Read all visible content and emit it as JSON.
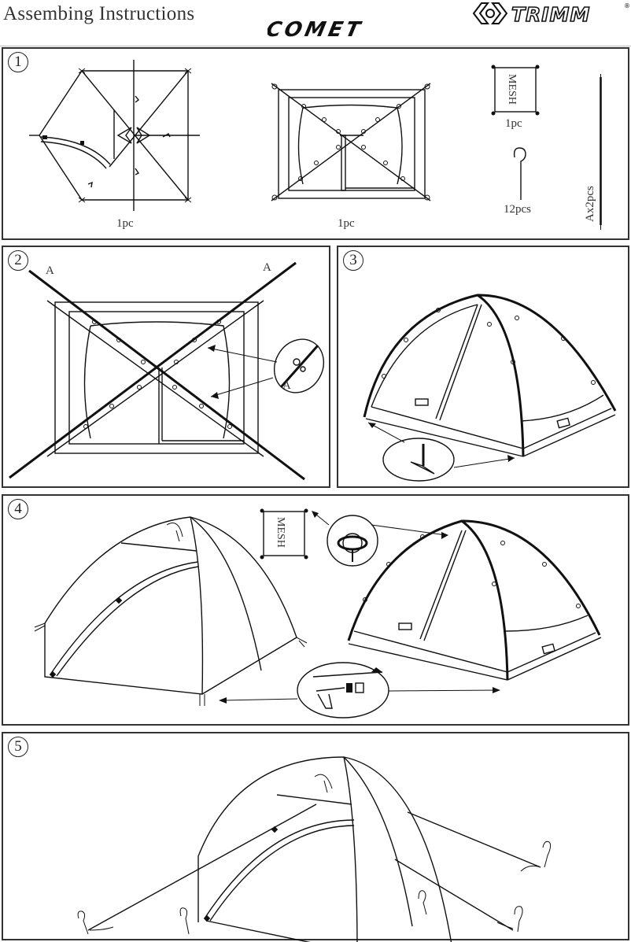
{
  "header": {
    "title": "Assembing Instructions",
    "product_name": "COMET",
    "brand_name": "TRIMM",
    "brand_mark": "®"
  },
  "steps": [
    {
      "number": "1",
      "parts": [
        {
          "name": "flysheet",
          "quantity_label": "1pc"
        },
        {
          "name": "inner-tent",
          "quantity_label": "1pc"
        },
        {
          "name": "mesh",
          "text": "MESH",
          "quantity_label": "1pc"
        },
        {
          "name": "peg",
          "quantity_label": "12pcs"
        },
        {
          "name": "pole",
          "quantity_label": "Ax2pcs"
        }
      ]
    },
    {
      "number": "2",
      "pole_labels": [
        "A",
        "A"
      ],
      "detail_label": "A"
    },
    {
      "number": "3"
    },
    {
      "number": "4",
      "mesh_text": "MESH"
    },
    {
      "number": "5"
    }
  ],
  "colors": {
    "line": "#111111",
    "border": "#333333",
    "background": "#ffffff"
  }
}
